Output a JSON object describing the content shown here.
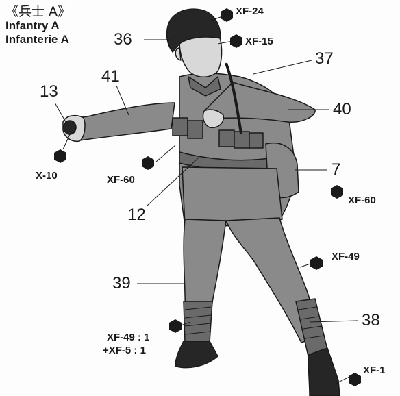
{
  "title": {
    "jp": "《兵士 A》",
    "en": "Infantry A",
    "fr": "Infanterie A"
  },
  "parts": {
    "p36": "36",
    "p37": "37",
    "p41": "41",
    "p13": "13",
    "p40": "40",
    "p7": "7",
    "p12": "12",
    "p39": "39",
    "p38": "38"
  },
  "paints": {
    "helmet": "XF-24",
    "face": "XF-15",
    "grenade": "X-10",
    "webbing": "XF-60",
    "pouch": "XF-60",
    "uniform": "XF-49",
    "boots": "XF-1",
    "puttees_a": "XF-49 : 1",
    "puttees_b": "+XF-5 : 1"
  },
  "colors": {
    "ink": "#1a1a1a",
    "uniform": "#8a8a8a",
    "shade": "#6a6a6a",
    "skin": "#d8d8d8",
    "dark": "#262626"
  }
}
